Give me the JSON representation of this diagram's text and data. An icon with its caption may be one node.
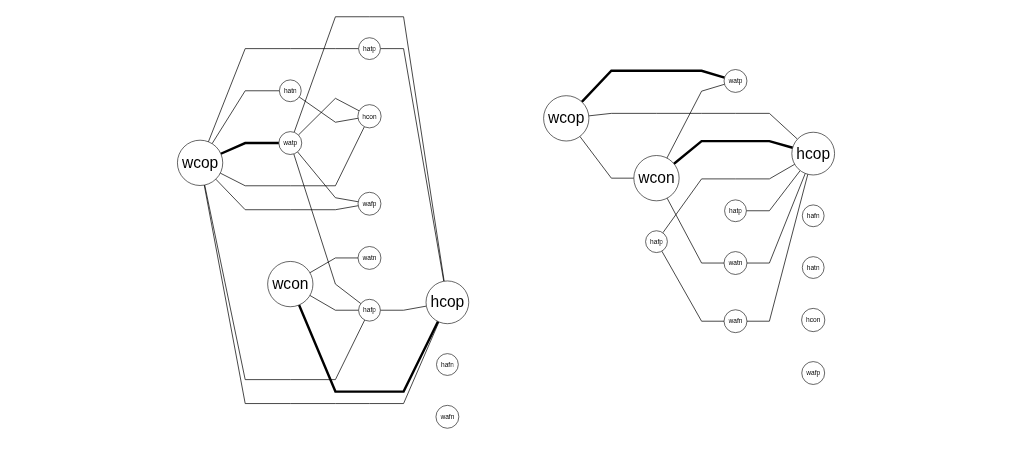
{
  "diagram": {
    "nodes": [
      {
        "text": [
          "wcop"
        ]
      },
      {
        "text": [
          "hafn"
        ]
      },
      {
        "text": [
          "hafp"
        ]
      },
      {
        "text": [
          "wcon"
        ]
      },
      {
        "text": [
          "hatn"
        ]
      },
      {
        "text": [
          "watp"
        ]
      },
      {
        "text": [
          "hatp"
        ]
      },
      {
        "text": [
          "watn"
        ]
      },
      {
        "text": [
          "hcon"
        ]
      },
      {
        "text": [
          "wafp"
        ]
      },
      {
        "text": [
          "hcop"
        ]
      },
      {
        "text": [
          "wafn"
        ]
      },
      {
        "text": [
          "wcop"
        ]
      },
      {
        "text": [
          "hafn"
        ]
      },
      {
        "text": [
          "hafp"
        ]
      },
      {
        "text": [
          "wcon"
        ]
      },
      {
        "text": [
          "hatn"
        ]
      },
      {
        "text": [
          "watp"
        ]
      },
      {
        "text": [
          "hatp"
        ]
      },
      {
        "text": [
          "watn"
        ]
      },
      {
        "text": [
          "hcon"
        ]
      },
      {
        "text": [
          "wafp"
        ]
      },
      {
        "text": [
          "hcop"
        ]
      },
      {
        "text": [
          "wafn"
        ]
      }
    ],
    "edges": [
      {
        "from": 0,
        "to": 3,
        "arrow": "none"
      },
      {
        "from": 0,
        "to": 5,
        "arrow": "none",
        "style": "thick"
      },
      {
        "from": 0,
        "to": 10,
        "arrow": "none"
      },
      {
        "from": 3,
        "to": 5,
        "arrow": "none"
      },
      {
        "from": 3,
        "to": 7,
        "arrow": "none"
      },
      {
        "from": 3,
        "to": 10,
        "arrow": "none",
        "style": "thick"
      },
      {
        "from": 2,
        "to": 10,
        "arrow": "none"
      },
      {
        "from": 2,
        "to": 11,
        "arrow": "none"
      },
      {
        "from": 6,
        "to": 10,
        "arrow": "none"
      },
      {
        "from": 7,
        "to": 10,
        "arrow": "none"
      },
      {
        "from": 11,
        "to": 10,
        "arrow": "none"
      },
      {
        "from": 12,
        "to": 14,
        "arrow": "none"
      },
      {
        "from": 12,
        "to": 16,
        "arrow": "none"
      },
      {
        "from": 12,
        "to": 18,
        "arrow": "none"
      },
      {
        "from": 12,
        "to": 20,
        "arrow": "none"
      },
      {
        "from": 12,
        "to": 22,
        "arrow": "none"
      },
      {
        "from": 12,
        "to": 17,
        "arrow": "none",
        "style": "thick"
      },
      {
        "from": 12,
        "to": 21,
        "arrow": "none"
      },
      {
        "from": 15,
        "to": 14,
        "arrow": "none"
      },
      {
        "from": 15,
        "to": 22,
        "arrow": "none",
        "style": "thick"
      },
      {
        "from": 15,
        "to": 19,
        "arrow": "none"
      },
      {
        "from": 17,
        "to": 14,
        "arrow": "none"
      },
      {
        "from": 14,
        "to": 22,
        "arrow": "none"
      },
      {
        "from": 16,
        "to": 20,
        "arrow": "none"
      },
      {
        "from": 18,
        "to": 22,
        "arrow": "none"
      },
      {
        "from": 17,
        "to": 20,
        "arrow": "none"
      },
      {
        "from": 17,
        "to": 22,
        "arrow": "none"
      },
      {
        "from": 17,
        "to": 21,
        "arrow": "none"
      }
    ]
  }
}
